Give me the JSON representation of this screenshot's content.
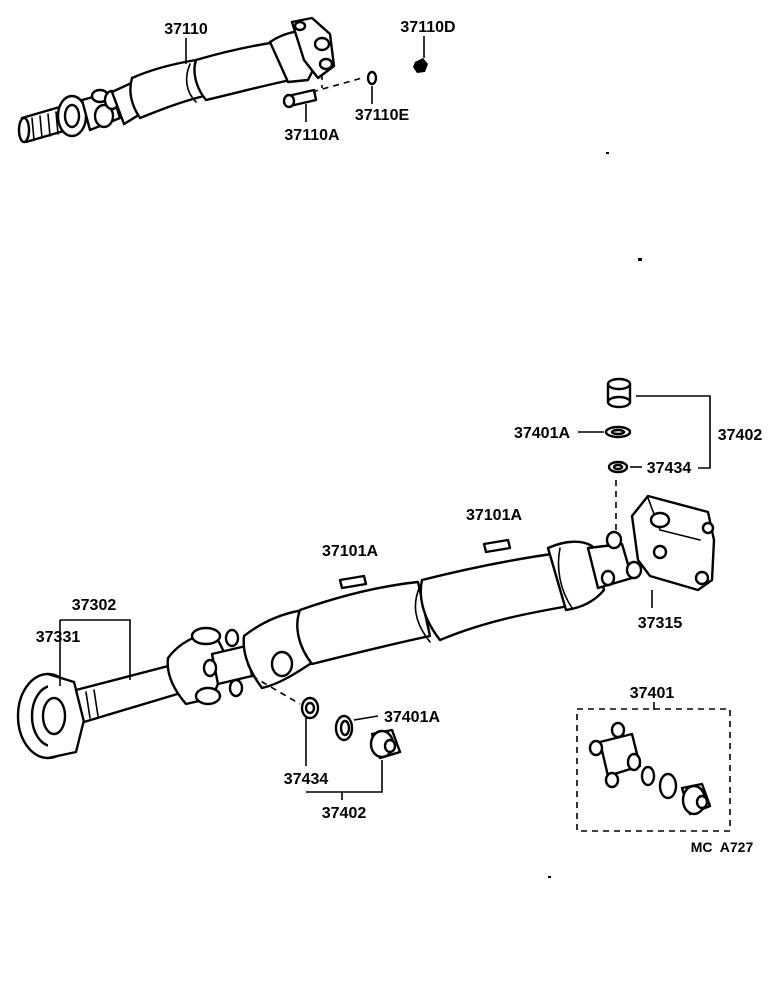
{
  "labels": {
    "l37110": "37110",
    "l37110D": "37110D",
    "l37110E": "37110E",
    "l37110A": "37110A",
    "l37401A_top": "37401A",
    "l37402_top": "37402",
    "l37434_top": "37434",
    "l37101A_right": "37101A",
    "l37101A_left": "37101A",
    "l37315": "37315",
    "l37302": "37302",
    "l37331": "37331",
    "l37401A_bottom": "37401A",
    "l37434_bottom": "37434",
    "l37402_bottom": "37402",
    "l37401": "37401"
  },
  "footer_code": "MC  A727"
}
